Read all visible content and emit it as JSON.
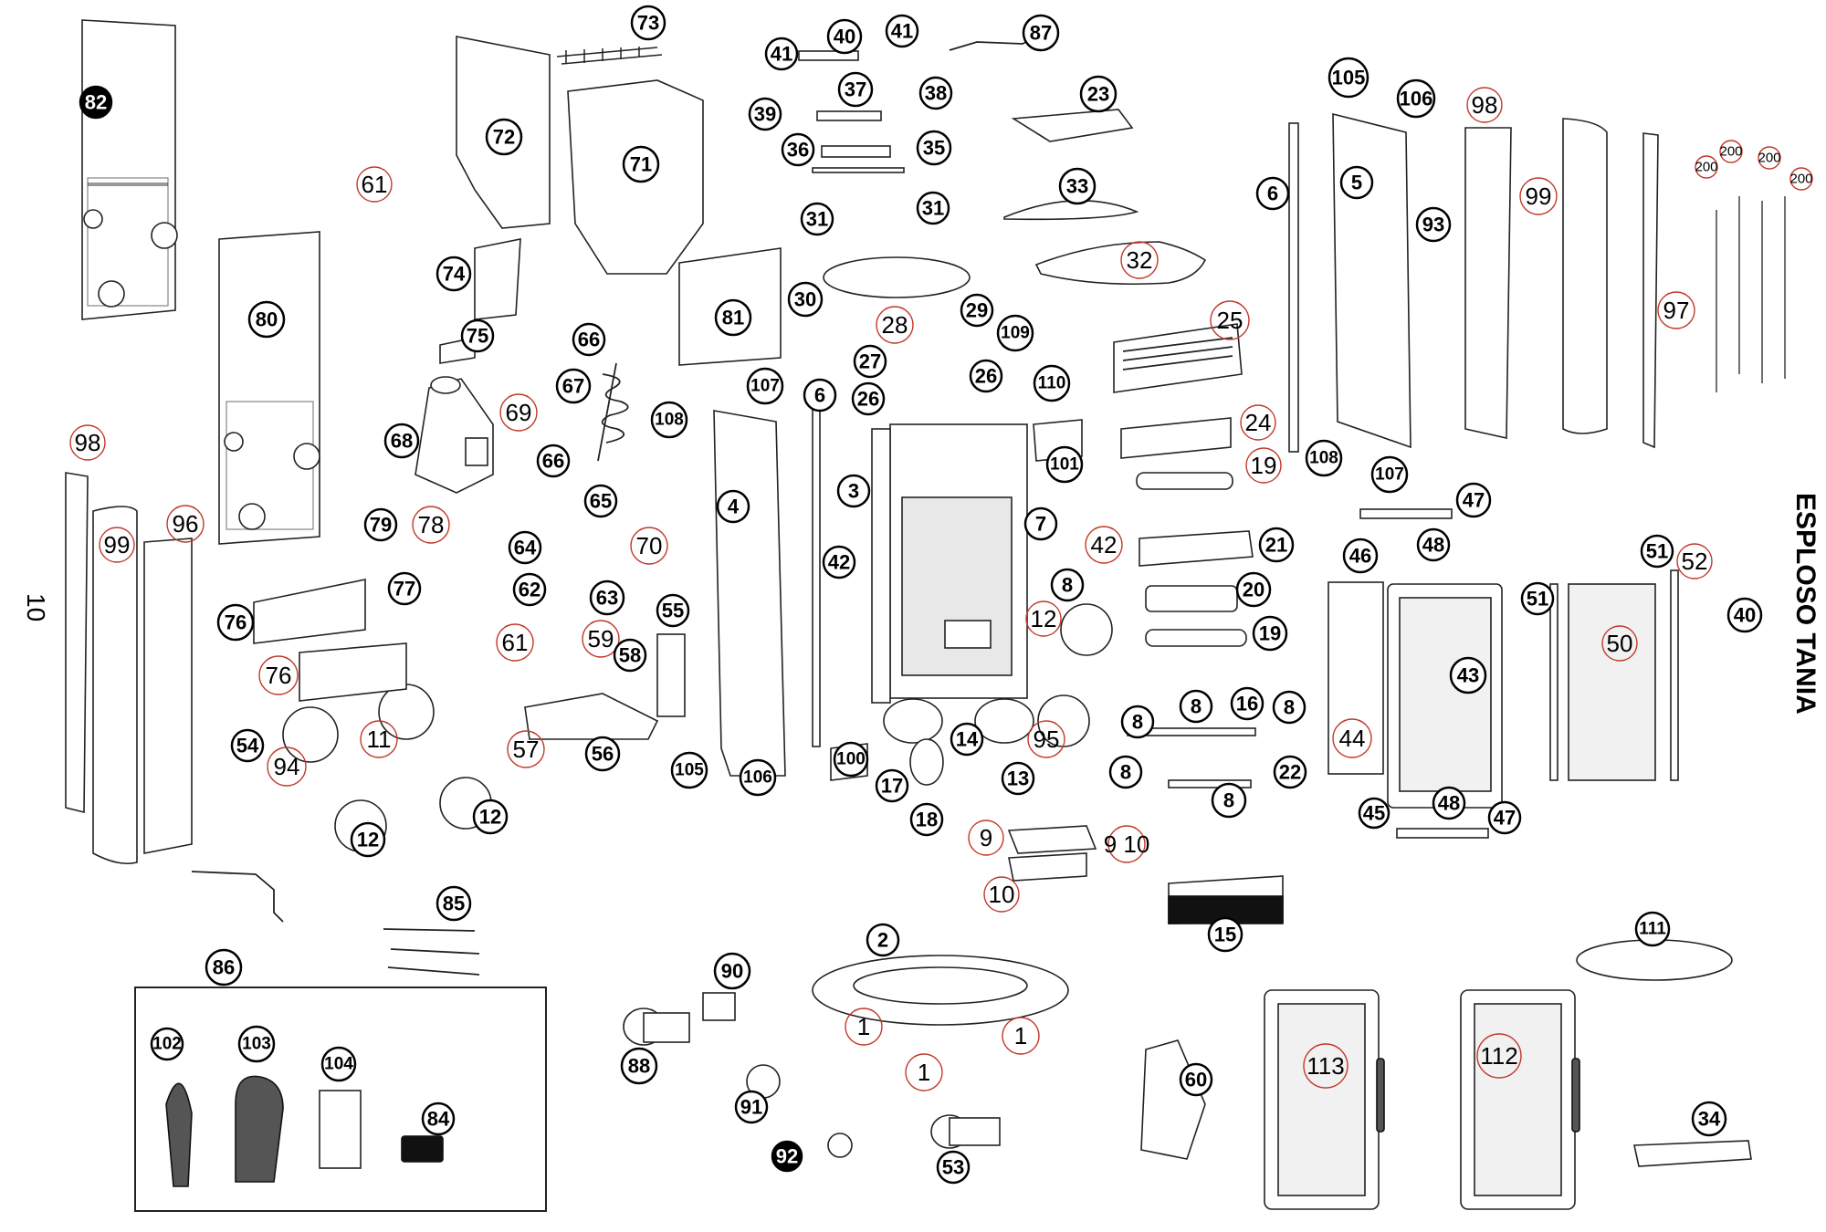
{
  "title": "ESPLOSO TANIA",
  "side_label": "10",
  "callouts": [
    {
      "label": "82"
    },
    {
      "label": "61"
    },
    {
      "label": "72"
    },
    {
      "label": "73"
    },
    {
      "label": "71"
    },
    {
      "label": "80"
    },
    {
      "label": "74"
    },
    {
      "label": "75"
    },
    {
      "label": "69"
    },
    {
      "label": "68"
    },
    {
      "label": "98"
    },
    {
      "label": "99"
    },
    {
      "label": "96"
    },
    {
      "label": "79"
    },
    {
      "label": "78"
    },
    {
      "label": "77"
    },
    {
      "label": "76"
    },
    {
      "label": "76"
    },
    {
      "label": "54"
    },
    {
      "label": "94"
    },
    {
      "label": "11"
    },
    {
      "label": "12"
    },
    {
      "label": "12"
    },
    {
      "label": "86"
    },
    {
      "label": "85"
    },
    {
      "label": "102"
    },
    {
      "label": "103"
    },
    {
      "label": "104"
    },
    {
      "label": "84"
    },
    {
      "label": "41"
    },
    {
      "label": "40"
    },
    {
      "label": "41"
    },
    {
      "label": "87"
    },
    {
      "label": "39"
    },
    {
      "label": "37"
    },
    {
      "label": "38"
    },
    {
      "label": "36"
    },
    {
      "label": "35"
    },
    {
      "label": "23"
    },
    {
      "label": "31"
    },
    {
      "label": "31"
    },
    {
      "label": "33"
    },
    {
      "label": "30"
    },
    {
      "label": "32"
    },
    {
      "label": "81"
    },
    {
      "label": "28"
    },
    {
      "label": "29"
    },
    {
      "label": "109"
    },
    {
      "label": "25"
    },
    {
      "label": "27"
    },
    {
      "label": "26"
    },
    {
      "label": "26"
    },
    {
      "label": "110"
    },
    {
      "label": "66"
    },
    {
      "label": "67"
    },
    {
      "label": "66"
    },
    {
      "label": "107"
    },
    {
      "label": "6"
    },
    {
      "label": "108"
    },
    {
      "label": "65"
    },
    {
      "label": "64"
    },
    {
      "label": "70"
    },
    {
      "label": "62"
    },
    {
      "label": "63"
    },
    {
      "label": "61"
    },
    {
      "label": "55"
    },
    {
      "label": "59"
    },
    {
      "label": "58"
    },
    {
      "label": "57"
    },
    {
      "label": "56"
    },
    {
      "label": "105"
    },
    {
      "label": "106"
    },
    {
      "label": "4"
    },
    {
      "label": "3"
    },
    {
      "label": "42"
    },
    {
      "label": "101"
    },
    {
      "label": "7"
    },
    {
      "label": "8"
    },
    {
      "label": "42"
    },
    {
      "label": "24"
    },
    {
      "label": "19"
    },
    {
      "label": "21"
    },
    {
      "label": "20"
    },
    {
      "label": "19"
    },
    {
      "label": "12"
    },
    {
      "label": "100"
    },
    {
      "label": "17"
    },
    {
      "label": "14"
    },
    {
      "label": "13"
    },
    {
      "label": "95"
    },
    {
      "label": "18"
    },
    {
      "label": "8"
    },
    {
      "label": "8"
    },
    {
      "label": "16"
    },
    {
      "label": "8"
    },
    {
      "label": "8"
    },
    {
      "label": "22"
    },
    {
      "label": "8"
    },
    {
      "label": "9"
    },
    {
      "label": "9 10"
    },
    {
      "label": "10"
    },
    {
      "label": "15"
    },
    {
      "label": "2"
    },
    {
      "label": "1"
    },
    {
      "label": "1"
    },
    {
      "label": "1"
    },
    {
      "label": "90"
    },
    {
      "label": "88"
    },
    {
      "label": "91"
    },
    {
      "label": "92"
    },
    {
      "label": "53"
    },
    {
      "label": "60"
    },
    {
      "label": "105"
    },
    {
      "label": "106"
    },
    {
      "label": "98"
    },
    {
      "label": "6"
    },
    {
      "label": "5"
    },
    {
      "label": "93"
    },
    {
      "label": "99"
    },
    {
      "label": "97"
    },
    {
      "label": "200"
    },
    {
      "label": "200"
    },
    {
      "label": "200"
    },
    {
      "label": "200"
    },
    {
      "label": "108"
    },
    {
      "label": "107"
    },
    {
      "label": "47"
    },
    {
      "label": "46"
    },
    {
      "label": "48"
    },
    {
      "label": "51"
    },
    {
      "label": "51"
    },
    {
      "label": "52"
    },
    {
      "label": "40"
    },
    {
      "label": "50"
    },
    {
      "label": "43"
    },
    {
      "label": "44"
    },
    {
      "label": "45"
    },
    {
      "label": "48"
    },
    {
      "label": "47"
    },
    {
      "label": "111"
    },
    {
      "label": "113"
    },
    {
      "label": "112"
    },
    {
      "label": "34"
    }
  ]
}
